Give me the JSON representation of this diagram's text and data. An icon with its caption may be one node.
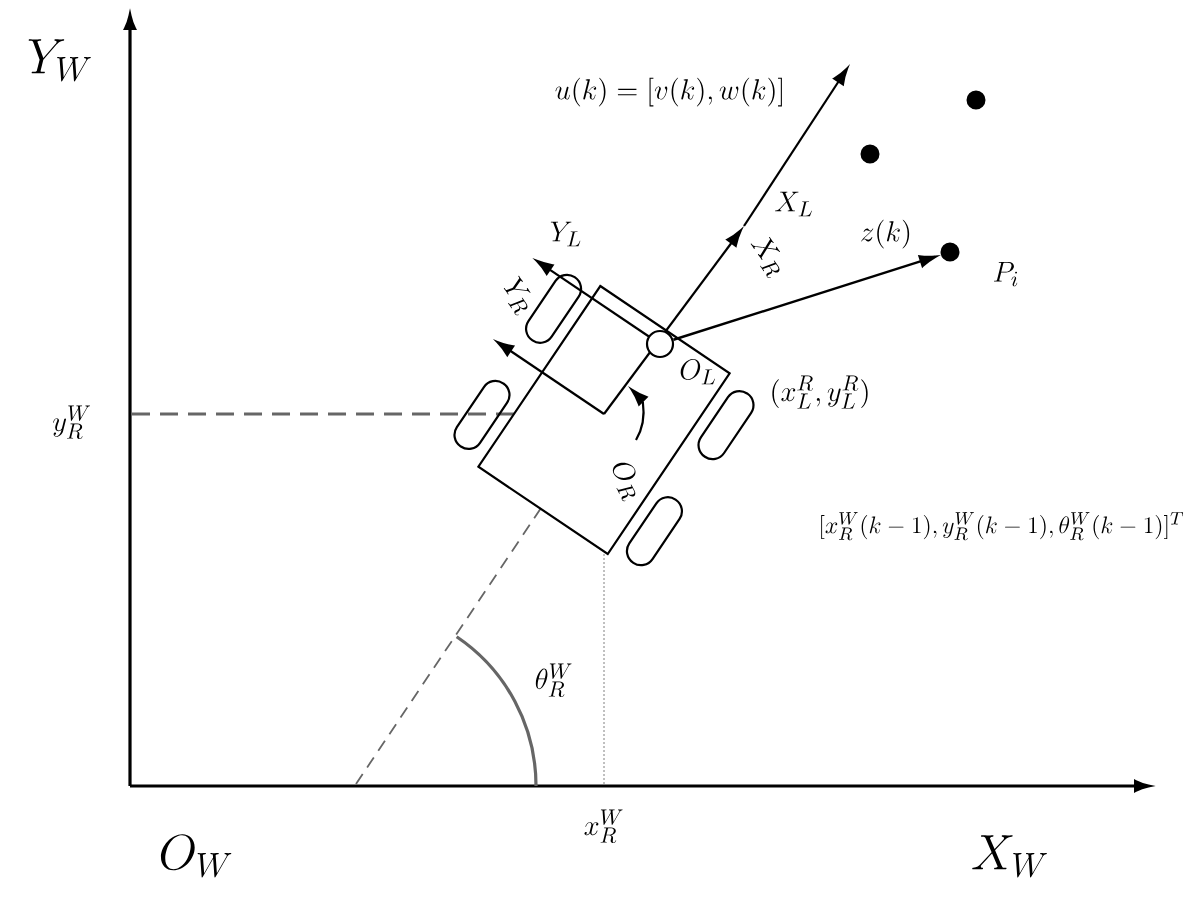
{
  "diagram": {
    "nodes": [
      {
        "text": [],
        "shape": "circle",
        "beside": [
          "O_L"
        ]
      },
      {
        "text": [],
        "shape": "circle"
      },
      {
        "text": [],
        "shape": "circle",
        "beside": [
          "P_i"
        ]
      },
      {
        "text": [],
        "shape": "circle"
      }
    ],
    "edges": [
      {
        "from": 0,
        "to": 2,
        "arrow": "to",
        "label": "z(k)"
      }
    ],
    "labels": [
      "Y_W",
      "u(k)=[v(k),w(k)]",
      "X_L",
      "Y_L",
      "X_R",
      "Y_R",
      "y_R^W",
      "(x_L^R,y_L^R)",
      "O_R",
      "[x_R^W(k-1),y_R^W(k-1),\\theta_R^W(k-1)]^T",
      "\\theta_R^W",
      "x_R^W",
      "O_W",
      "X_W"
    ]
  }
}
